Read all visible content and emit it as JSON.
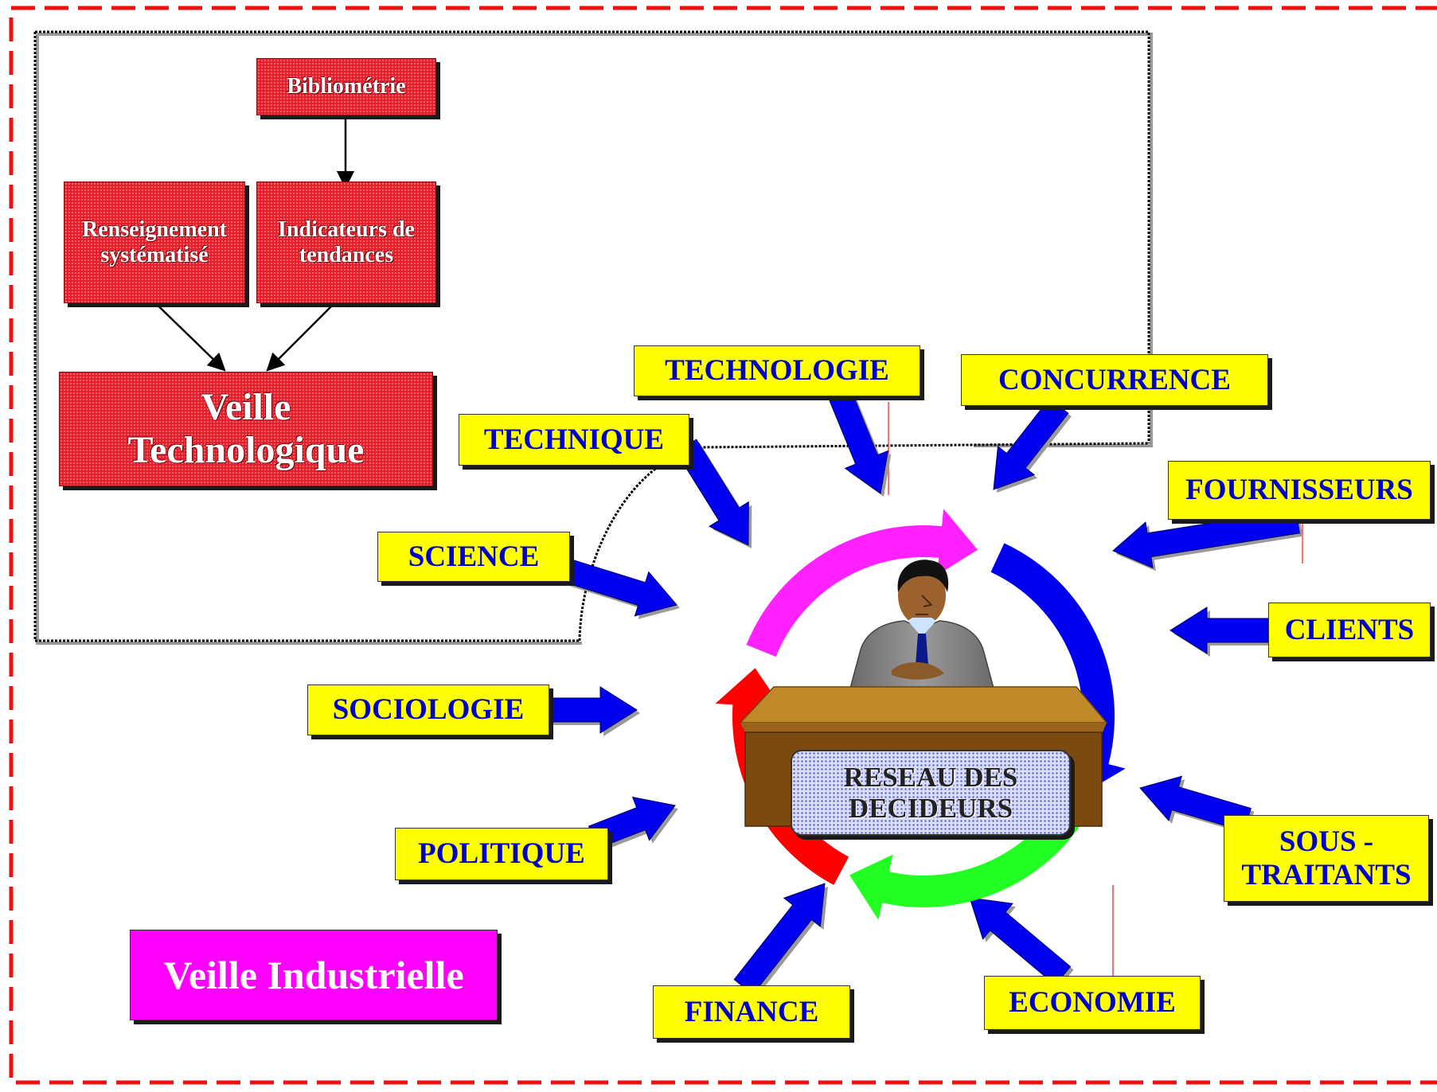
{
  "veille_technologique": {
    "bibliometrie": "Bibliométrie",
    "renseignement": "Renseignement systématisé",
    "indicateurs": "Indicateurs de tendances",
    "title_line1": "Veille",
    "title_line2": "Technologique"
  },
  "veille_industrielle": "Veille Industrielle",
  "center": {
    "line1": "RESEAU DES",
    "line2": "DECIDEURS"
  },
  "domains": {
    "technologie": "TECHNOLOGIE",
    "concurrence": "CONCURRENCE",
    "technique": "TECHNIQUE",
    "fournisseurs": "FOURNISSEURS",
    "science": "SCIENCE",
    "clients": "CLIENTS",
    "sociologie": "SOCIOLOGIE",
    "sous_traitants_line1": "SOUS -",
    "sous_traitants_line2": "TRAITANTS",
    "politique": "POLITIQUE",
    "finance": "FINANCE",
    "economie": "ECONOMIE"
  },
  "colors": {
    "frame_border": "#ee1111",
    "red_box": "#e31e2a",
    "yellow_box": "#ffff00",
    "label_text": "#0000cc",
    "input_arrow": "#0000ee",
    "cycle_magenta": "#ff22ff",
    "cycle_blue": "#0000ee",
    "cycle_green": "#22ff22",
    "cycle_red": "#ff0000",
    "veille_industrielle_box": "#ff00ff"
  }
}
